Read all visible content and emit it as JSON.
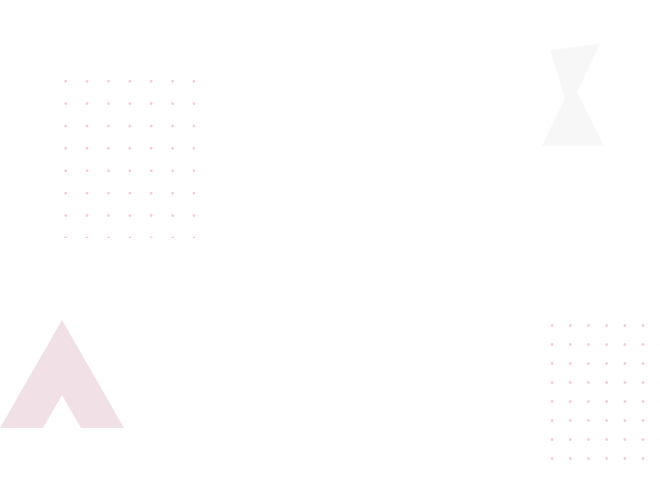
{
  "scene": {
    "background": "#ffffff",
    "dot_color": "#f7c8d6",
    "triangle_color": "#f1e0e6",
    "faint_shape_color": "#f7f7f8"
  },
  "decorations": [
    {
      "name": "dot-grid-top-left",
      "type": "dot-grid",
      "color": "#f7c8d6"
    },
    {
      "name": "triangle-left",
      "type": "triangle",
      "color": "#f1e0e6"
    },
    {
      "name": "faint-shape-top-right",
      "type": "faint-shape",
      "color": "#f7f7f8"
    },
    {
      "name": "dot-grid-bottom-right",
      "type": "dot-grid",
      "color": "#f7c8d6"
    }
  ]
}
